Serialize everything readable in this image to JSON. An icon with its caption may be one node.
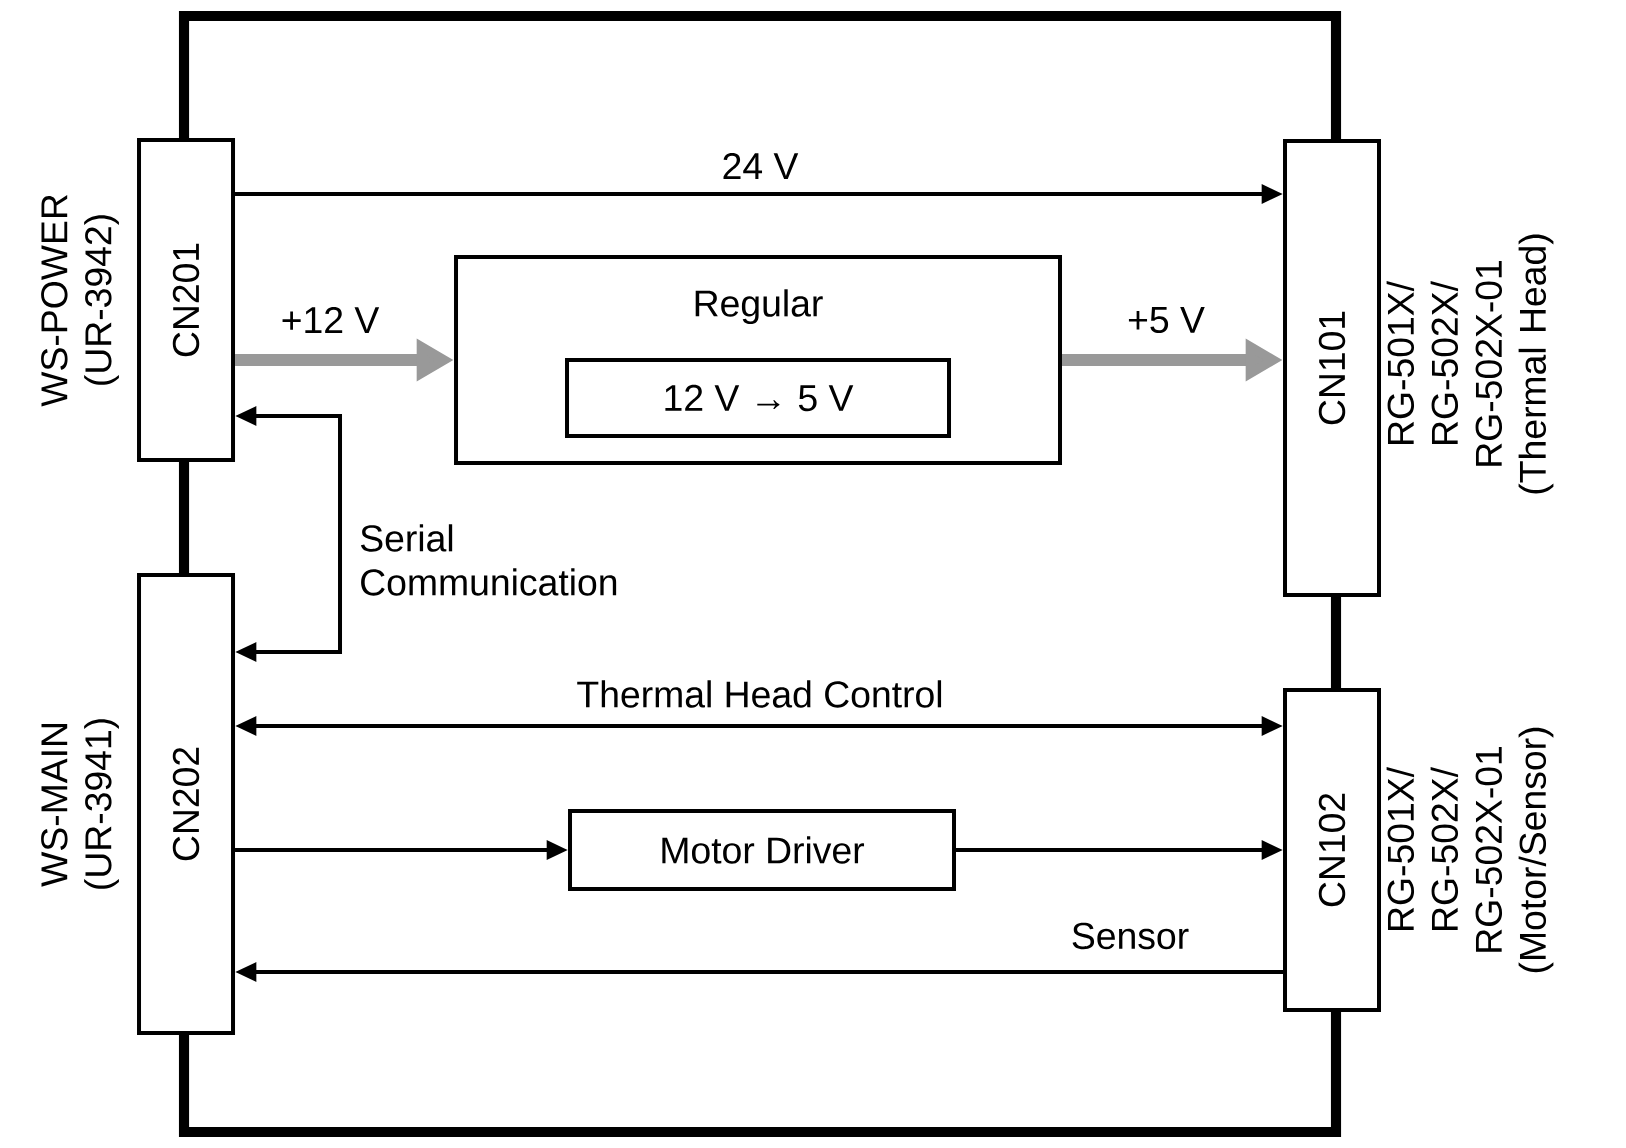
{
  "diagram": {
    "nodes": [
      {
        "text": [
          "CN201"
        ],
        "beside": [
          "WS-POWER (UR-3942)"
        ]
      },
      {
        "text": [
          "CN202"
        ],
        "beside": [
          "WS-MAIN (UR-3941)"
        ]
      },
      {
        "text": [
          "CN101"
        ],
        "beside": [
          "RG-501X/ RG-502X/ RG-502X-01 (Thermal Head)"
        ]
      },
      {
        "text": [
          "CN102"
        ],
        "beside": [
          "RG-501X/ RG-502X/ RG-502X-01 (Motor/Sensor)"
        ]
      },
      {
        "text": [
          "Regular"
        ]
      },
      {
        "text": [
          "12 V → 5 V"
        ],
        "in": 4
      },
      {
        "text": [
          "Motor Driver"
        ]
      }
    ],
    "edges": [
      {
        "from": 0,
        "to": 2,
        "arrow": "to",
        "label": "24 V"
      },
      {
        "from": 0,
        "to": 4,
        "arrow": "to",
        "label": "+12 V",
        "style": "thick",
        "color": "#999999"
      },
      {
        "from": 4,
        "to": 2,
        "arrow": "to",
        "label": "+5 V",
        "style": "thick",
        "color": "#999999"
      },
      {
        "from": 1,
        "to": 0,
        "arrow": "both",
        "label": "Serial Communication"
      },
      {
        "from": 1,
        "to": 3,
        "arrow": "both",
        "label": "Thermal Head Control"
      },
      {
        "from": 1,
        "to": 6,
        "arrow": "to"
      },
      {
        "from": 6,
        "to": 3,
        "arrow": "to"
      },
      {
        "from": 3,
        "to": 1,
        "arrow": "to",
        "label": "Sensor"
      }
    ]
  }
}
